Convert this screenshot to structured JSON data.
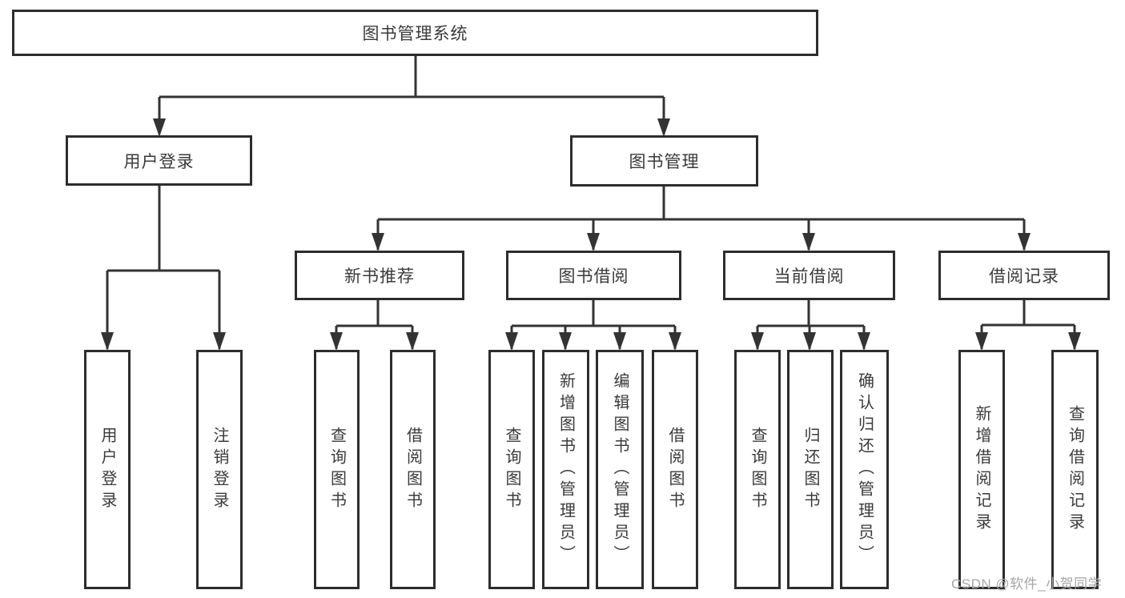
{
  "diagram": {
    "root": "图书管理系统",
    "level2": {
      "user_login": "用户登录",
      "book_mgmt": "图书管理"
    },
    "level3": {
      "new_book_rec": "新书推荐",
      "book_borrow": "图书借阅",
      "current_borrow": "当前借阅",
      "borrow_record": "借阅记录"
    },
    "leaves": [
      "用户登录",
      "注销登录",
      "查询图书",
      "借阅图书",
      "查询图书",
      "新增图书（管理员）",
      "编辑图书（管理员）",
      "借阅图书",
      "查询图书",
      "归还图书",
      "确认归还（管理员）",
      "新增借阅记录",
      "查询借阅记录"
    ],
    "watermark": "CSDN @软件_小贺同学",
    "colors": {
      "line": "#333333",
      "box_border": "#2d2d2d",
      "box_fill": "#ffffff",
      "text": "#3a3a3a",
      "watermark": "#a6a6a6"
    }
  }
}
